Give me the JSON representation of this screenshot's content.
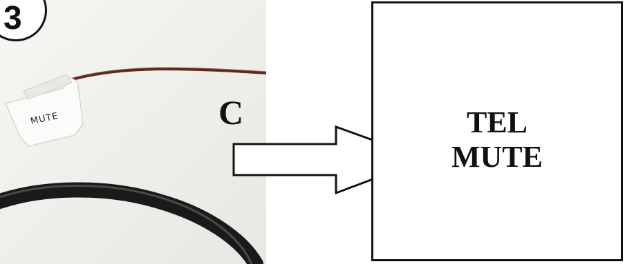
{
  "step": {
    "number": "3"
  },
  "photo": {
    "tag_text": "MUTE"
  },
  "connector": {
    "letter": "C"
  },
  "function_box": {
    "line1": "TEL",
    "line2": "MUTE"
  },
  "colors": {
    "border": "#111111",
    "wire_thin": "#5a2a1e",
    "wire_thick": "#1a1a1a",
    "photo_background": "#f1f0ec"
  }
}
